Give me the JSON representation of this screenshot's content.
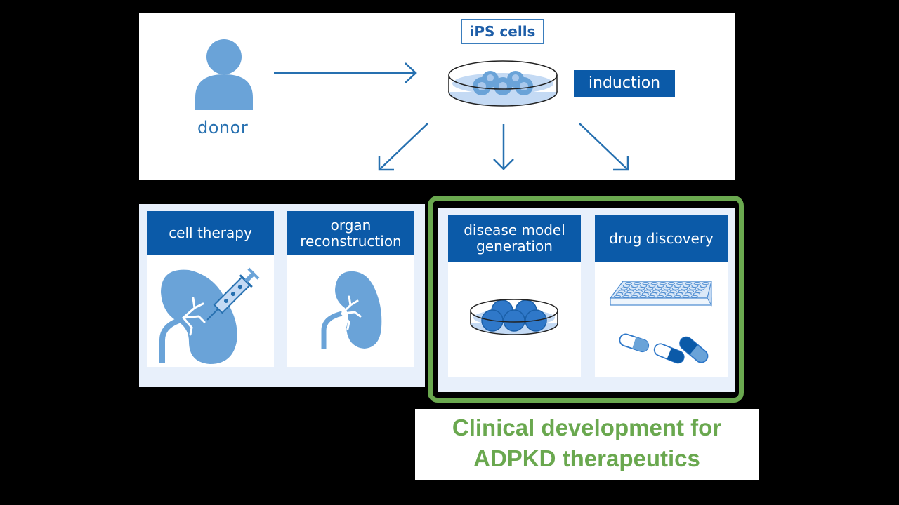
{
  "top": {
    "donor_label": "donor",
    "ips_label": "iPS cells",
    "induction_label": "induction"
  },
  "applications": [
    {
      "label": "cell therapy",
      "icon": "kidney-syringe-icon"
    },
    {
      "label": "organ reconstruction",
      "icon": "kidney-icon"
    },
    {
      "label": "disease model generation",
      "icon": "petri-dish-cells-icon"
    },
    {
      "label": "drug discovery",
      "icon": "well-plate-capsules-icon"
    }
  ],
  "labels": {
    "cell_therapy_l1": "cell therapy",
    "organ_l1": "organ",
    "organ_l2": "reconstruction",
    "disease_l1": "disease model",
    "disease_l2": "generation",
    "drug_l1": "drug discovery"
  },
  "highlight": {
    "caption_line1": "Clinical development for",
    "caption_line2": "ADPKD therapeutics",
    "color": "#6aa84f"
  },
  "colors": {
    "primary_blue": "#0b5aa8",
    "icon_blue": "#6aa3d8",
    "panel_bg": "#e8f0fb"
  }
}
